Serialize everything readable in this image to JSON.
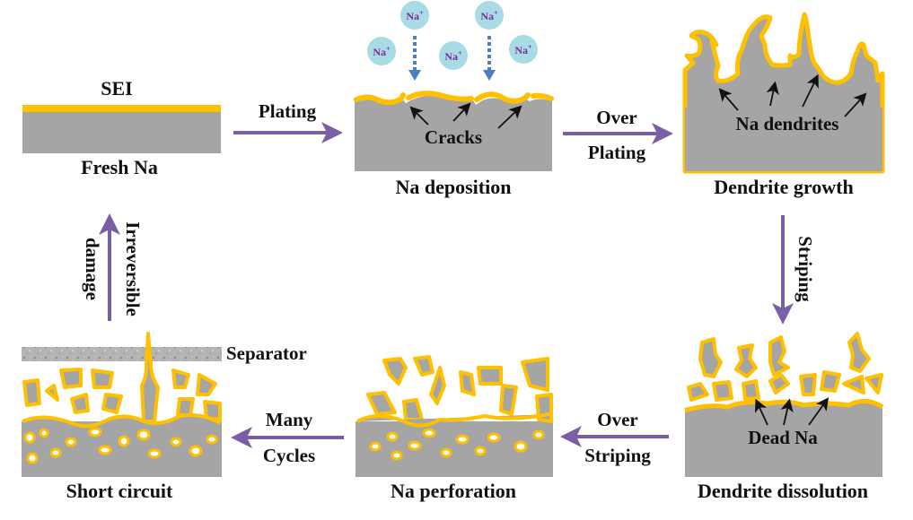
{
  "colors": {
    "metal": "#a5a5a5",
    "sei": "#ffc000",
    "process_arrow": "#7b5fa5",
    "ion_fill": "#a8dbe3",
    "ion_text": "#7a2b9a",
    "ion_arrow": "#4a7fc1",
    "pointer_arrow": "#111111",
    "separator": "#b8b8b8"
  },
  "panels": {
    "fresh": {
      "caption": "Fresh Na",
      "label_sei": "SEI"
    },
    "deposition": {
      "caption": "Na deposition",
      "annotation": "Cracks",
      "ion_label": "Na",
      "ion_charge": "+"
    },
    "growth": {
      "caption": "Dendrite growth",
      "annotation": "Na dendrites"
    },
    "dissolution": {
      "caption": "Dendrite dissolution",
      "annotation": "Dead Na"
    },
    "perforation": {
      "caption": "Na perforation"
    },
    "short": {
      "caption": "Short circuit",
      "label_separator": "Separator"
    }
  },
  "arrows": {
    "plating": {
      "line1": "Plating"
    },
    "over_plating": {
      "line1": "Over",
      "line2": "Plating"
    },
    "striping": {
      "line1": "Striping"
    },
    "over_striping": {
      "line1": "Over",
      "line2": "Striping"
    },
    "many_cycles": {
      "line1": "Many",
      "line2": "Cycles"
    },
    "irreversible": {
      "line1": "Irreversible",
      "line2": "damage"
    }
  }
}
